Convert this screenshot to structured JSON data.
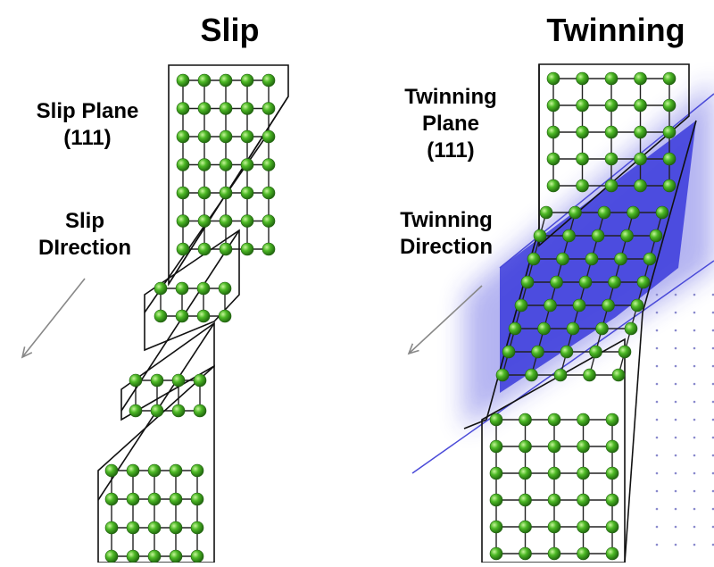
{
  "slip": {
    "title": "Slip",
    "plane_line1": "Slip Plane",
    "plane_line2": "(111)",
    "direction_line1": "Slip",
    "direction_line2": "DIrection"
  },
  "twinning": {
    "title": "Twinning",
    "plane_line1": "Twinning",
    "plane_line2": "Plane",
    "plane_line3": "(111)",
    "direction_line1": "Twinning",
    "direction_line2": "Direction"
  },
  "colors": {
    "atom": "#3fa81f",
    "atom_highlight": "#b8f08a",
    "bond": "#222222",
    "outline": "#111111",
    "twin_band": "#2a2ad8",
    "arrow": "#888888",
    "dots": "#8888cc"
  }
}
